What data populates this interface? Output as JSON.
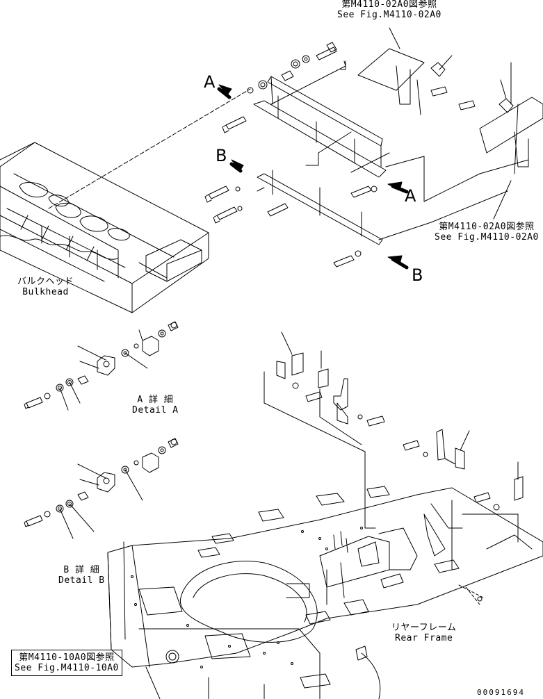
{
  "references": {
    "top": {
      "ja": "第M4110-02A0図参照",
      "en": "See Fig.M4110-02A0"
    },
    "right": {
      "ja": "第M4110-02A0図参照",
      "en": "See Fig.M4110-02A0"
    },
    "bottom_left": {
      "ja": "第M4110-10A0図参照",
      "en": "See Fig.M4110-10A0"
    }
  },
  "parts": {
    "bulkhead": {
      "ja": "バルクヘッド",
      "en": "Bulkhead"
    },
    "rear_frame": {
      "ja": "リヤーフレーム",
      "en": "Rear Frame"
    }
  },
  "details": {
    "a": {
      "ja": "A 詳 細",
      "en": "Detail A"
    },
    "b": {
      "ja": "B 詳 細",
      "en": "Detail B"
    }
  },
  "view_markers": {
    "a1": "A",
    "a2": "A",
    "b1": "B",
    "b2": "B"
  },
  "figure_number": "00091694",
  "colors": {
    "line": "#000000",
    "background": "#ffffff"
  }
}
